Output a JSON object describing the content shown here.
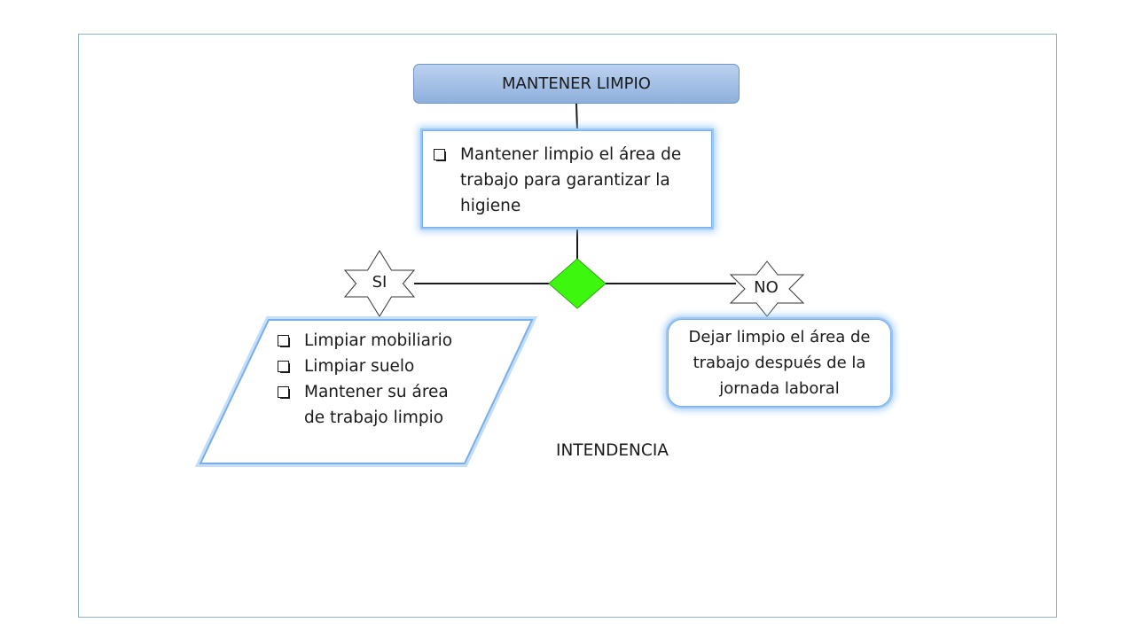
{
  "title": "MANTENER LIMPIO",
  "objective": {
    "items": [
      "Mantener limpio el área de trabajo para garantizar la higiene"
    ]
  },
  "decision": {
    "yes_label": "SI",
    "no_label": "NO",
    "diamond_color": "#3ef70f"
  },
  "yes_branch": {
    "items": [
      "Limpiar mobiliario",
      "Limpiar suelo",
      "Mantener su área de trabajo limpio"
    ]
  },
  "no_branch": {
    "text": "Dejar limpio el área de trabajo después de la jornada laboral"
  },
  "footer_label": "INTENDENCIA"
}
